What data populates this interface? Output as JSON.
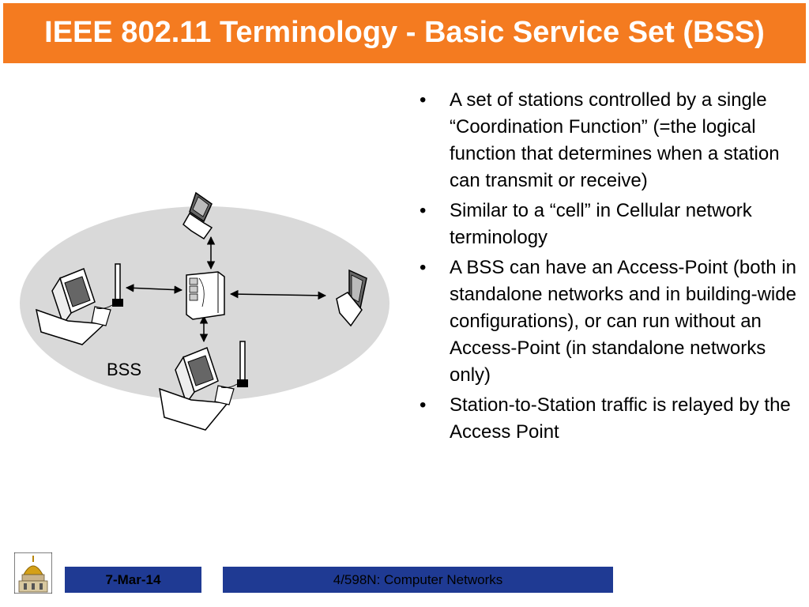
{
  "slide": {
    "title": "IEEE 802.11 Terminology - Basic Service Set (BSS)",
    "bullets": [
      "A set of stations controlled by a single “Coordination Function” (=the logical function that determines when a station can transmit or receive)",
      "Similar to a “cell” in Cellular network terminology",
      "A BSS can have an Access-Point (both in standalone networks and in building-wide configurations), or can run without an Access-Point (in standalone networks only)",
      "Station-to-Station traffic is relayed by the Access Point"
    ],
    "bullet_marker": "•"
  },
  "diagram": {
    "cell_label": "BSS",
    "icons": [
      "access-point-icon",
      "laptop-icon",
      "desktop-computer-icon",
      "antenna-icon"
    ]
  },
  "footer": {
    "date": "7-Mar-14",
    "course": "4/598N: Computer Networks",
    "logo_icon": "golden-dome-icon"
  },
  "colors": {
    "title_bar": "#f47b20",
    "title_text": "#ffffff",
    "footer_box": "#1f3a93",
    "cell_fill": "#d9d9d9"
  }
}
